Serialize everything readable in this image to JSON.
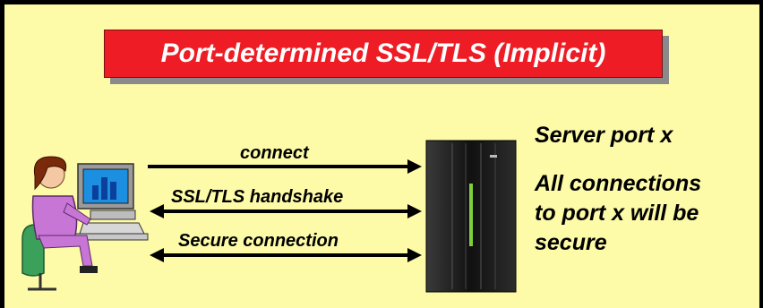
{
  "title": "Port-determined SSL/TLS (Implicit)",
  "arrows": [
    {
      "label": "connect",
      "direction": "right"
    },
    {
      "label": "SSL/TLS handshake",
      "direction": "both"
    },
    {
      "label": "Secure connection",
      "direction": "both"
    }
  ],
  "side_text": {
    "line1": "Server port x",
    "line2a": "All connections",
    "line2b": "to port x will be",
    "line2c": "secure"
  },
  "colors": {
    "background": "#fdfaa8",
    "title_box": "#ee1c24",
    "title_text": "#ffffff",
    "frame": "#000000"
  },
  "icons": [
    "user-at-computer-icon",
    "mainframe-server-icon"
  ]
}
